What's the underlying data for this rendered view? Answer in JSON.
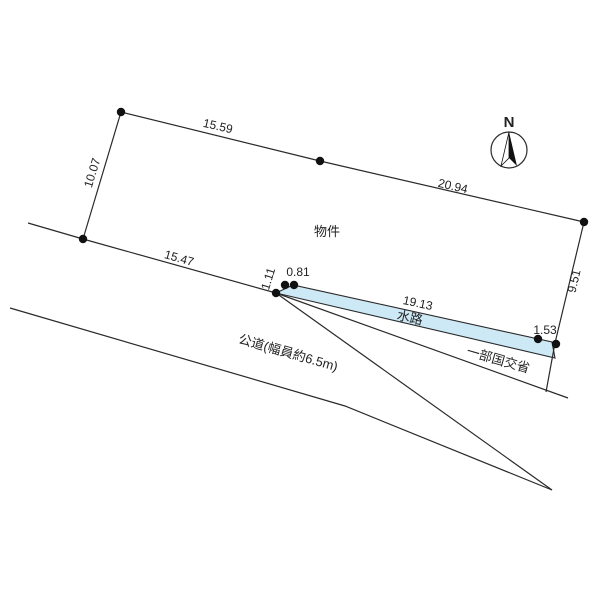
{
  "site_label": "物件",
  "waterway_label": "水路",
  "road_label": "公道(幅員約6.5m)",
  "partial_state_label": "一部国交省",
  "north_label": "N",
  "colors": {
    "waterway_fill": "#cde9f6",
    "line": "#2a2a2a",
    "point": "#111111"
  },
  "dimensions": {
    "top_left": "15.59",
    "top_right": "20.94",
    "left_side": "10.07",
    "right_side": "9.51",
    "bottom_left": "15.47",
    "bottom_small_a": "1.11",
    "bottom_small_b": "0.81",
    "waterway_length": "19.13",
    "waterway_end": "1.53"
  }
}
